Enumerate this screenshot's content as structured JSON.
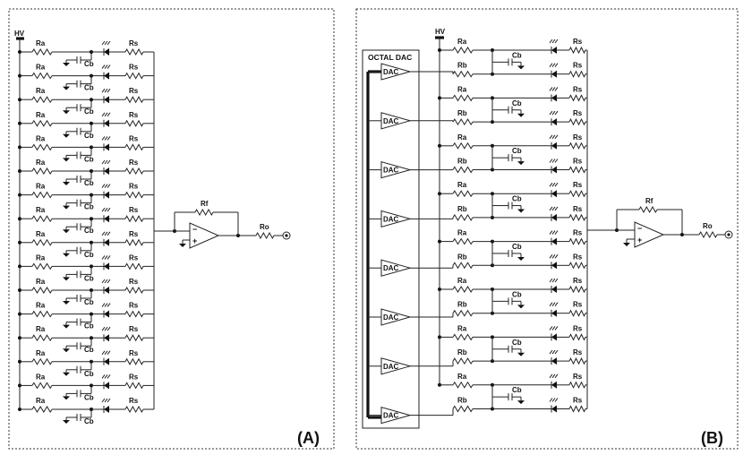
{
  "panels": [
    {
      "id": "A",
      "tag": "(A)",
      "hv_label": "HV",
      "row_count": 16,
      "components": {
        "ra": "Ra",
        "cb": "Cb",
        "rs": "Rs",
        "rf": "Rf",
        "ro": "Ro"
      },
      "light_glyph": "///"
    },
    {
      "id": "B",
      "tag": "(B)",
      "hv_label": "HV",
      "row_count": 16,
      "components": {
        "ra": "Ra",
        "rb": "Rb",
        "cb": "Cb",
        "rs": "Rs",
        "rf": "Rf",
        "ro": "Ro"
      },
      "light_glyph": "///",
      "octal_dac_label": "OCTAL DAC",
      "dac_label": "DAC",
      "dac_count": 8
    }
  ]
}
